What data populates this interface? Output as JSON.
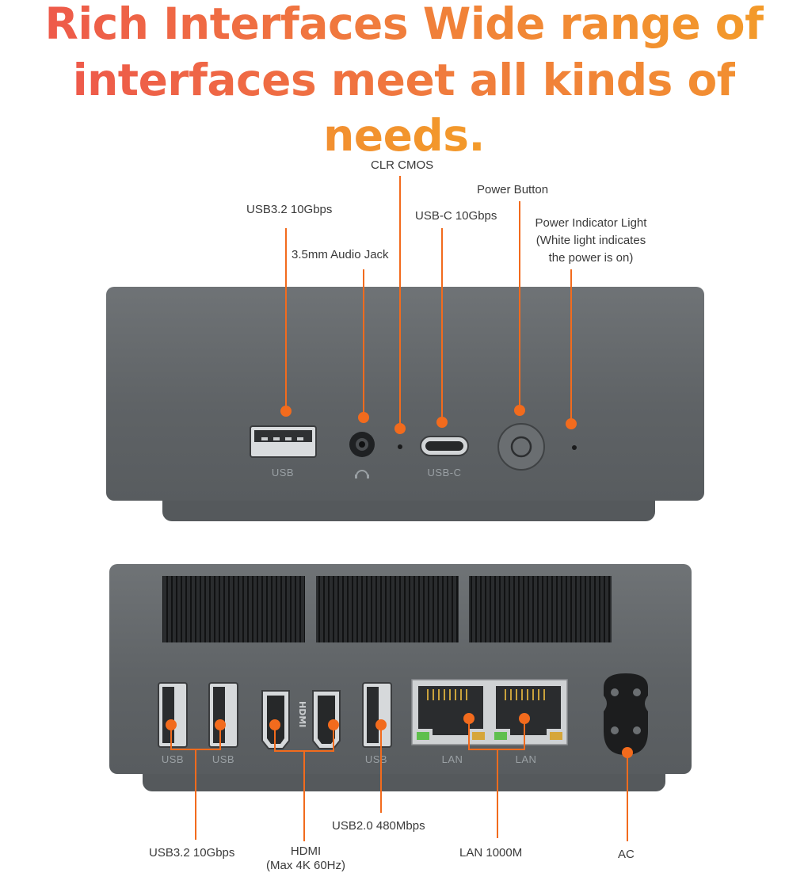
{
  "headline": {
    "line1": "Rich Interfaces Wide range of",
    "line2": "interfaces meet all kinds of needs."
  },
  "front_labels": {
    "usb32": "USB3.2 10Gbps",
    "audio": "3.5mm Audio Jack",
    "clr_cmos": "CLR CMOS",
    "usbc": "USB-C 10Gbps",
    "power_button": "Power Button",
    "power_light_1": "Power Indicator Light",
    "power_light_2": "(White light indicates",
    "power_light_3": "the power is on)"
  },
  "front_captions": {
    "usb": "USB",
    "usbc": "USB-C"
  },
  "rear_captions": {
    "usb_a": "USB",
    "usb_b": "USB",
    "usb_c": "USB",
    "lan_a": "LAN",
    "lan_b": "LAN",
    "hdmi": "HDMI"
  },
  "rear_labels": {
    "usb32": "USB3.2 10Gbps",
    "hdmi_1": "HDMI",
    "hdmi_2": "(Max 4K 60Hz)",
    "usb20": "USB2.0 480Mbps",
    "lan": "LAN 1000M",
    "ac": "AC"
  },
  "colors": {
    "accent": "#f26b1d",
    "device": "#64686b",
    "port": "#2b2d2f"
  }
}
